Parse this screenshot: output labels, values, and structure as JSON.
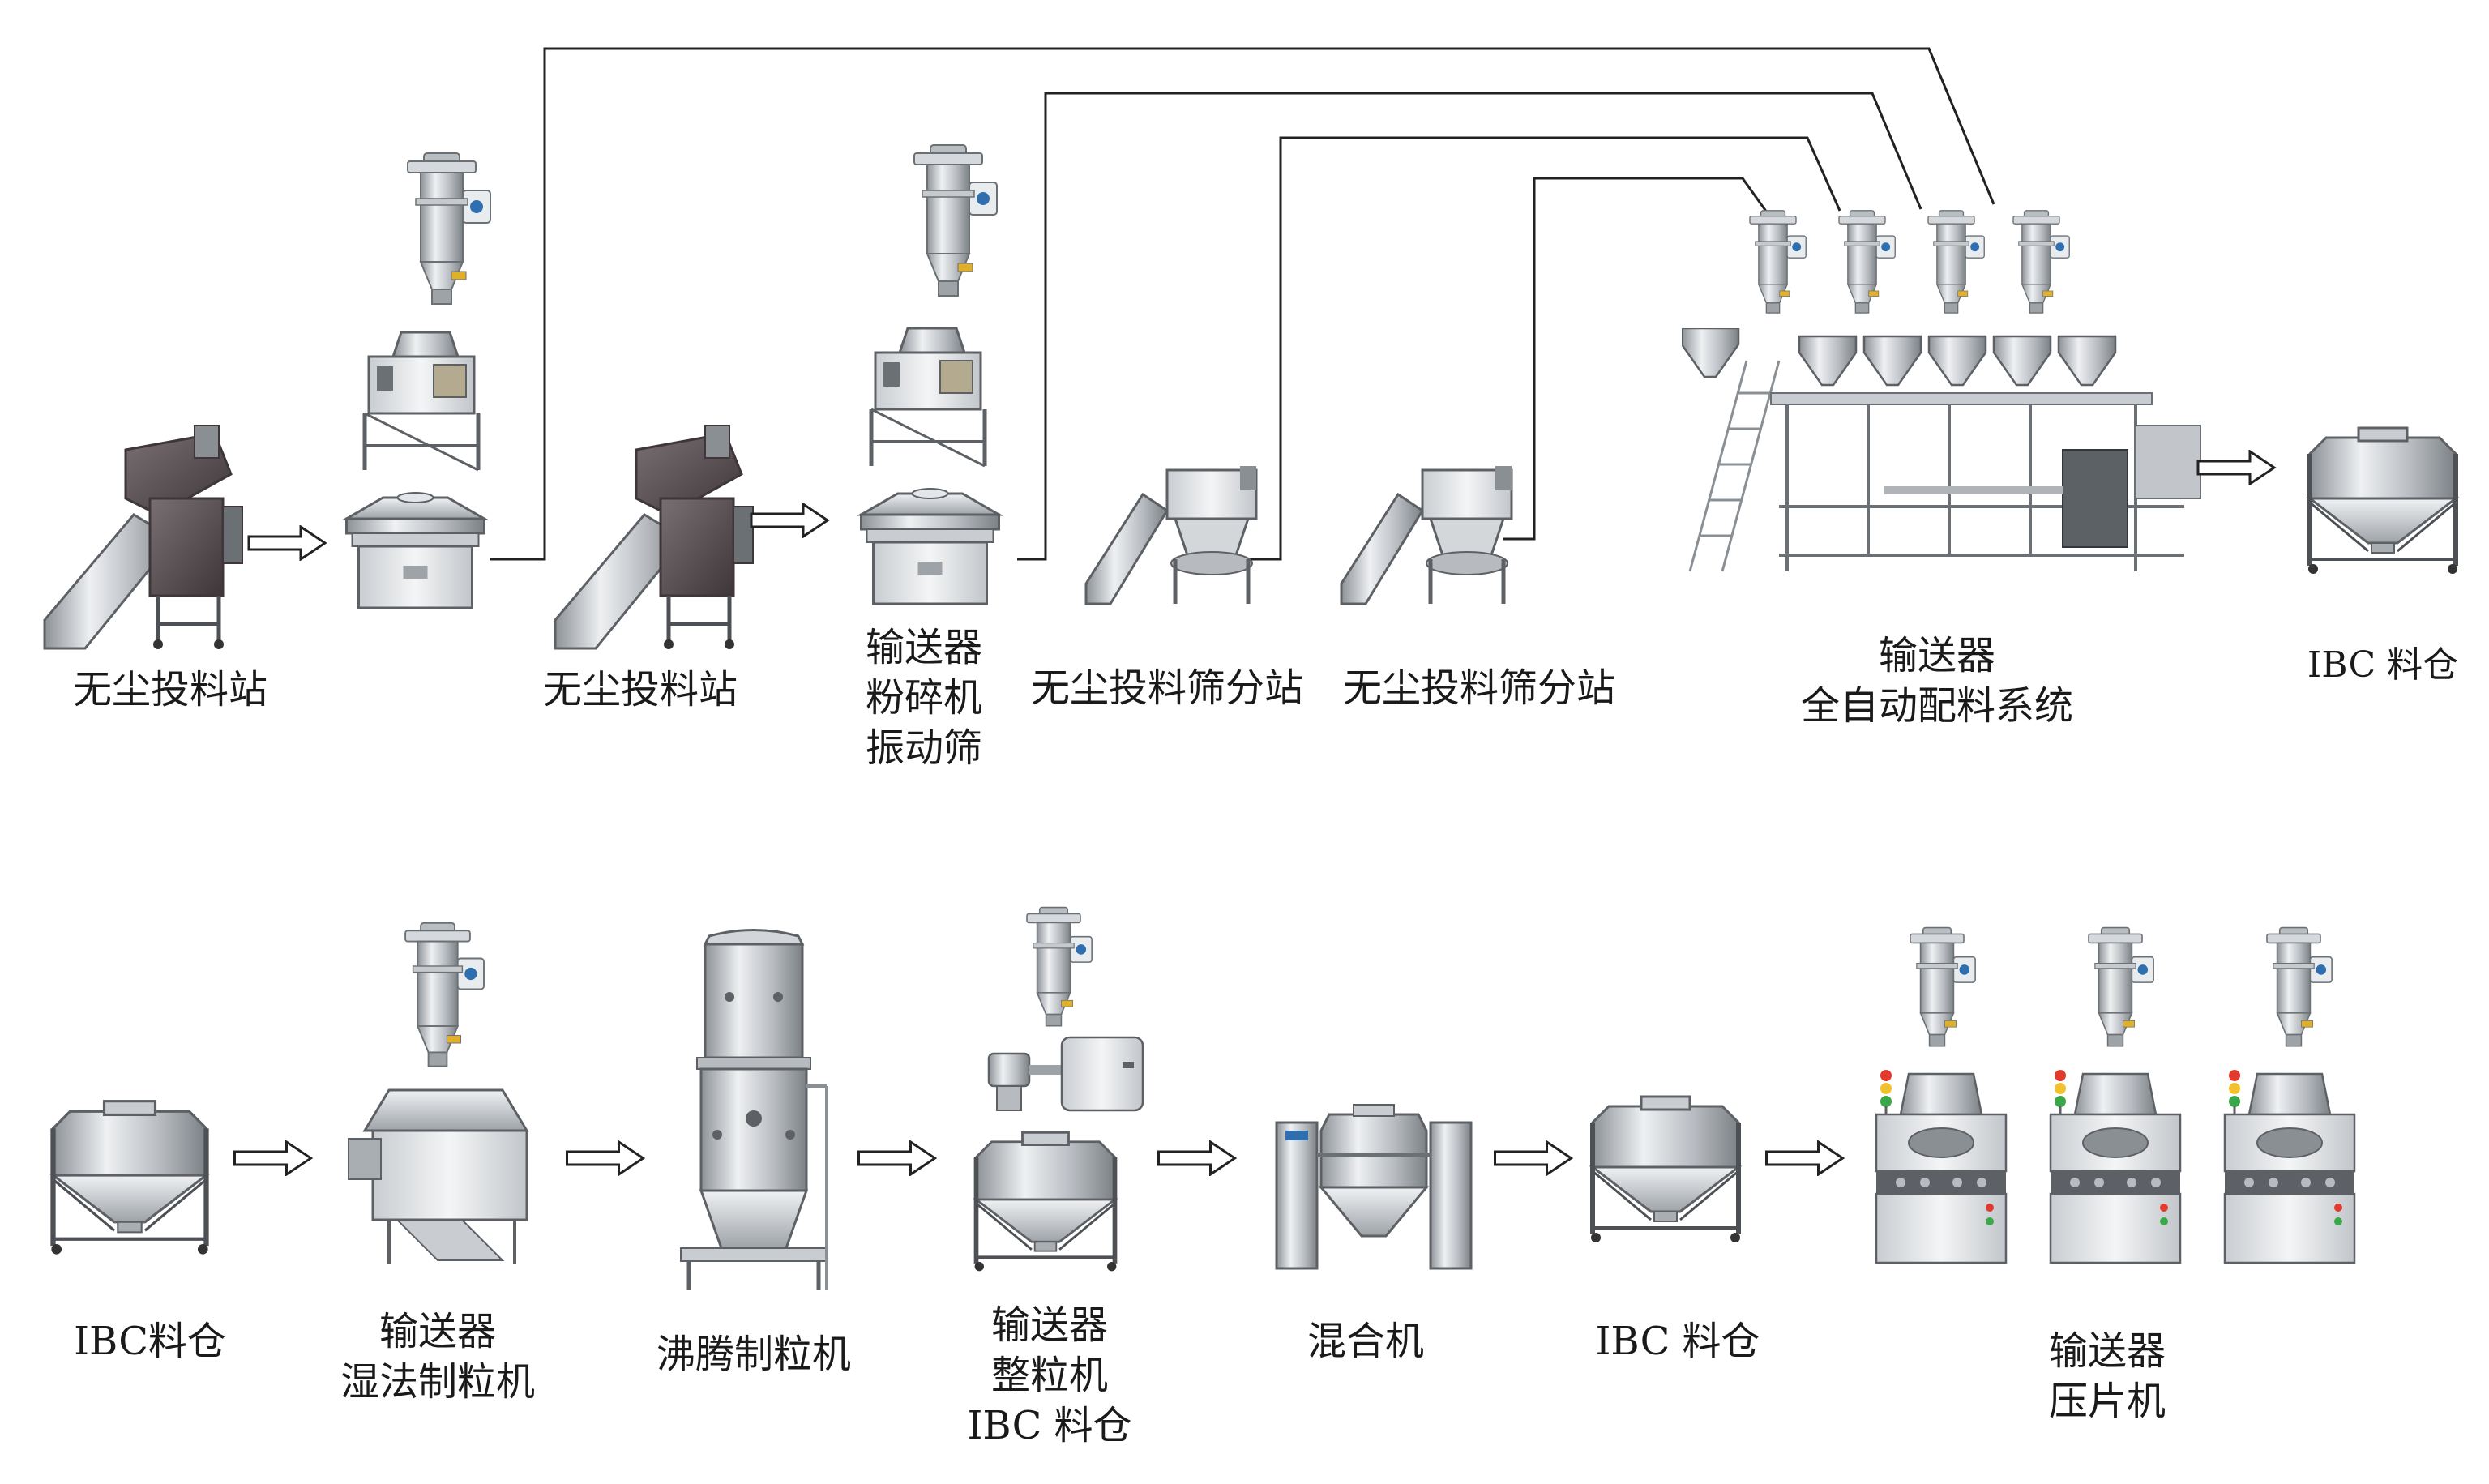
{
  "colors": {
    "steel_light": "#dcdfe2",
    "steel_mid": "#a9aeb3",
    "steel_dark": "#6b7075",
    "frame": "#8a8f94",
    "line": "#222222",
    "arrow_fill": "#ffffff",
    "panel_blue": "#2f6fb0",
    "cover_dark": "#5a4f52",
    "light_red": "#e23b2e",
    "light_yellow": "#f2c12e",
    "light_green": "#3aa84a"
  },
  "top_row": {
    "labels": {
      "dust_free_1": "无尘投料站",
      "dust_free_2": "无尘投料站",
      "group_a": [
        "输送器",
        "粉碎机",
        "振动筛"
      ],
      "sieving_1": "无尘投料筛分站",
      "sieving_2": "无尘投料筛分站",
      "batching": [
        "输送器",
        "全自动配料系统"
      ],
      "ibc_out": "IBC 料仓"
    }
  },
  "bottom_row": {
    "labels": {
      "ibc_in": "IBC料仓",
      "wet_granulation": [
        "输送器",
        "湿法制粒机"
      ],
      "fluid_bed": "沸腾制粒机",
      "sizing": [
        "输送器",
        "整粒机",
        "IBC 料仓"
      ],
      "mixer": "混合机",
      "ibc_mid": "IBC 料仓",
      "tablet": [
        "输送器",
        "压片机"
      ]
    }
  },
  "icons": {
    "conveyor": "vacuum-conveyor-icon",
    "feeding_station": "dust-free-feeding-station-icon",
    "crusher": "crusher-icon",
    "vibrating_sieve": "vibrating-sieve-icon",
    "sieving_station": "sieving-station-icon",
    "batching_system": "batching-system-icon",
    "ibc": "ibc-bin-icon",
    "wet_granulator": "wet-granulator-icon",
    "fluid_bed": "fluid-bed-granulator-icon",
    "sizer": "sizing-mill-icon",
    "mixer": "mixer-icon",
    "tablet_press": "tablet-press-icon",
    "arrow": "flow-arrow-icon"
  }
}
